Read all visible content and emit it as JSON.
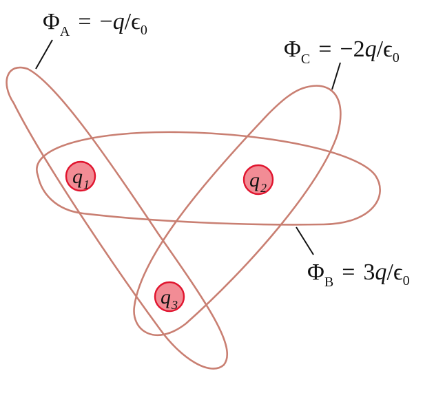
{
  "colors": {
    "surface_stroke": "#c97f72",
    "charge_fill": "#f28c95",
    "charge_stroke": "#e0142e",
    "text": "#111111"
  },
  "surfaces": {
    "A": {
      "symbol": "Φ",
      "sub": "A",
      "equals": "=",
      "value_prefix": "−",
      "value_q": "q",
      "value_rest": "/ϵ",
      "eps_sub": "0"
    },
    "B": {
      "symbol": "Φ",
      "sub": "B",
      "equals": "=",
      "value_prefix": "3",
      "value_q": "q",
      "value_rest": "/ϵ",
      "eps_sub": "0"
    },
    "C": {
      "symbol": "Φ",
      "sub": "C",
      "equals": "=",
      "value_prefix": "−2",
      "value_q": "q",
      "value_rest": "/ϵ",
      "eps_sub": "0"
    }
  },
  "charges": [
    {
      "letter": "q",
      "sub": "1"
    },
    {
      "letter": "q",
      "sub": "2"
    },
    {
      "letter": "q",
      "sub": "3"
    }
  ]
}
